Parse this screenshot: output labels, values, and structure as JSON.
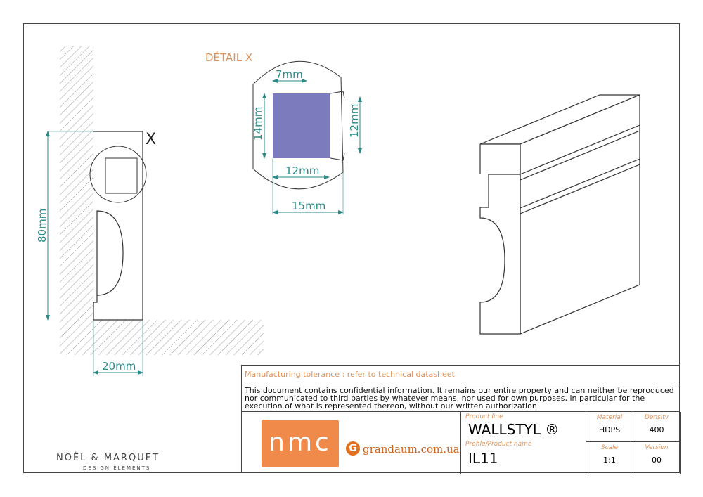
{
  "detail": {
    "title": "DÉTAIL X",
    "dims": {
      "top": "7mm",
      "left": "14mm",
      "right": "12mm",
      "inner_bottom": "12mm",
      "bottom": "15mm"
    }
  },
  "main_view": {
    "marker": "X",
    "height": "80mm",
    "width": "20mm"
  },
  "brand": {
    "name": "NOËL & MARQUET",
    "tagline": "DESIGN ELEMENTS"
  },
  "title_block": {
    "tolerance": "Manufacturing tolerance : refer to technical datasheet",
    "confidential": "This document contains confidential information. It remains our entire property and can neither be reproduced nor communicated to third parties by whatever means, nor used for own purposes, in particular for the execution of what is represented thereon, without our written authorization.",
    "logo_text": "nmc",
    "watermark_letter": "G",
    "watermark": "grandaum.com.ua",
    "product_line_label": "Product line",
    "product_line": "WALLSTYL ®",
    "product_name_label": "Profile/Product name",
    "product_name": "IL11",
    "material_label": "Material",
    "material": "HDPS",
    "density_label": "Density",
    "density": "400",
    "scale_label": "Scale",
    "scale": "1:1",
    "version_label": "Version",
    "version": "00"
  },
  "colors": {
    "accent": "#e0925a",
    "dimension": "#2a8a86",
    "fill": "#7b7bbd",
    "logo_bg": "#f08a4b"
  }
}
